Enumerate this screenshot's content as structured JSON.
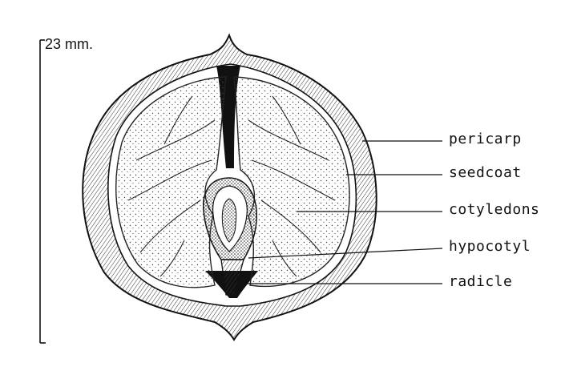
{
  "scale": {
    "label": "23 mm."
  },
  "labels": [
    {
      "key": "pericarp",
      "text": "pericarp"
    },
    {
      "key": "seedcoat",
      "text": "seedcoat"
    },
    {
      "key": "cotyledons",
      "text": "cotyledons"
    },
    {
      "key": "hypocotyl",
      "text": "hypocotyl"
    },
    {
      "key": "radicle",
      "text": "radicle"
    }
  ]
}
